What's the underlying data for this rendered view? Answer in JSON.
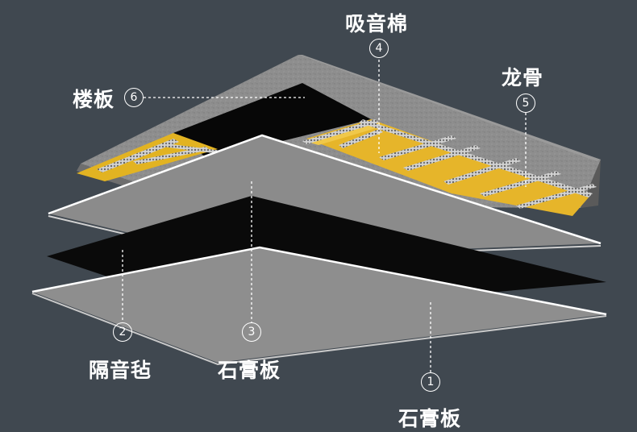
{
  "labels": {
    "floor_slab": {
      "text": "楼板",
      "number": "6"
    },
    "absorb_cotton": {
      "text": "吸音棉",
      "number": "4"
    },
    "keel": {
      "text": "龙骨",
      "number": "5"
    },
    "felt": {
      "text": "隔音毡",
      "number": "2"
    },
    "gypsum_upper": {
      "text": "石膏板",
      "number": "3"
    },
    "gypsum_lower": {
      "text": "石膏板",
      "number": "1"
    }
  },
  "colors": {
    "background": "#404850",
    "concrete": "#8a8a8a",
    "gypsum": "#8c8c8c",
    "felt": "#0a0a0a",
    "cotton": "#e0b020",
    "keel": "#c9c9c9"
  }
}
